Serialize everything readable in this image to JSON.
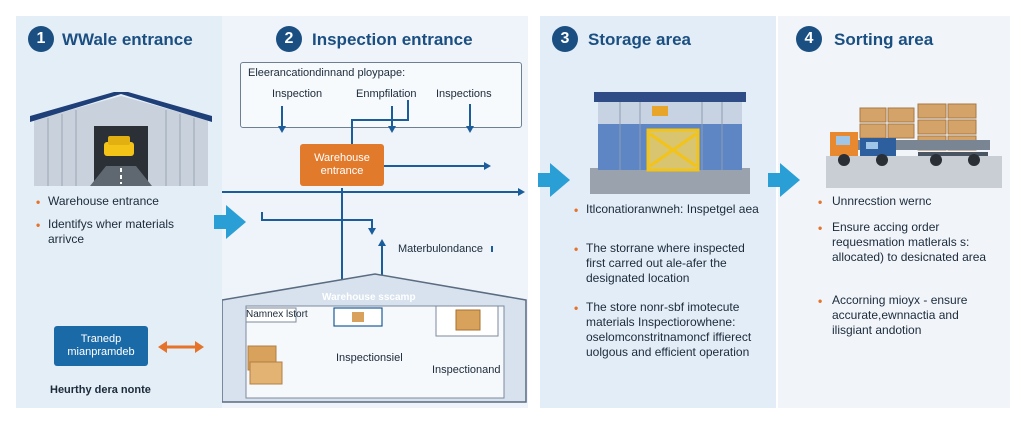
{
  "colors": {
    "accent": "#1b4f82",
    "arrow": "#2a9fd6",
    "highlight": "#e5732a"
  },
  "stage1": {
    "number": "1",
    "title": "WWale entrance",
    "bullets": [
      "Warehouse entrance",
      "Identifys wher materials arrivce"
    ],
    "box_label": "Tranedp mianpramdeb",
    "footer": "Heurthy dera nonte"
  },
  "stage2": {
    "number": "2",
    "title": "Inspection entrance",
    "top_box_title": "Eleerancationdinnand ploypape:",
    "top_labels": [
      "Inspection",
      "Enmpfilation",
      "Inspections"
    ],
    "warehouse_box": "Warehouse entrance",
    "side_label": "Materbulondance",
    "roof_label": "Warehouse sscamp",
    "inner_labels": [
      "Namnex lstort",
      "Inspectionsiel",
      "Inspectionand"
    ]
  },
  "stage3": {
    "number": "3",
    "title": "Storage area",
    "bullets": [
      "Itlconatioranwneh: Inspetgel aea",
      "The storrane where inspected first carred out ale-afer the designated location",
      "The store nonr-sbf imotecute materials Inspectiorowhene: oselomconstritnamoncf iffierect uolgous and efficient operation"
    ]
  },
  "stage4": {
    "number": "4",
    "title": "Sorting area",
    "bullets": [
      "Unnrecstion wernc",
      "Ensure accing order requesmation matlerals s: allocated) to desicnated area",
      "Accorning mioyx - ensure accurate,ewnnactia and ilisgiant andotion"
    ]
  }
}
